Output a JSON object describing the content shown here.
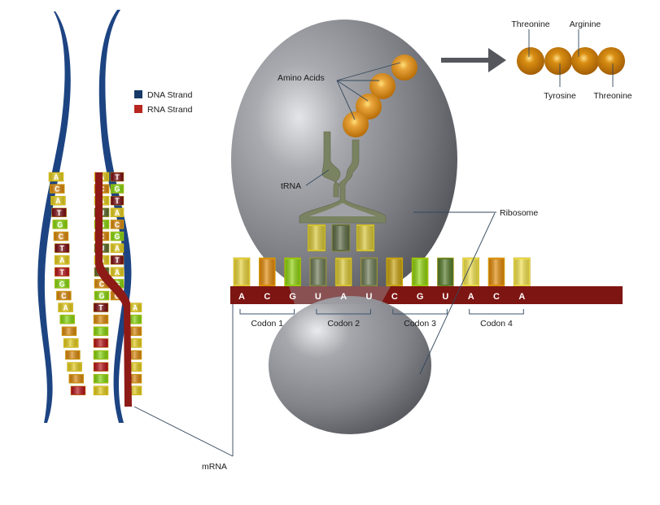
{
  "legend": {
    "items": [
      {
        "label": "DNA Strand",
        "color": "#153a68"
      },
      {
        "label": "RNA Strand",
        "color": "#b7261f"
      }
    ]
  },
  "labels": {
    "amino_acids": "Amino Acids",
    "trna": "tRNA",
    "ribosome": "Ribosome",
    "mrna": "mRNA"
  },
  "mrna": {
    "bases": [
      "A",
      "C",
      "G",
      "U",
      "A",
      "U",
      "C",
      "G",
      "U",
      "A",
      "C",
      "A"
    ],
    "base_colors": [
      "#e8d23a",
      "#e08a0a",
      "#8fd10e",
      "#6d7a55",
      "#d9c633",
      "#6d7a55",
      "#c8a211",
      "#8fd10e",
      "#557a2a",
      "#f0e04c",
      "#e08a0a",
      "#f0e04c"
    ],
    "codons": [
      "Codon 1",
      "Codon 2",
      "Codon 3",
      "Codon 4"
    ]
  },
  "trna_anticodon": {
    "colors": [
      "#d8c636",
      "#5d6b45",
      "#d8c636"
    ]
  },
  "protein_chain": {
    "amino_acids": [
      {
        "name": "Threonine",
        "label_position": "top"
      },
      {
        "name": "Tyrosine",
        "label_position": "bottom"
      },
      {
        "name": "Arginine",
        "label_position": "top"
      },
      {
        "name": "Threonine",
        "label_position": "bottom"
      }
    ]
  },
  "dna": {
    "left_column": [
      "A",
      "C",
      "A",
      "T",
      "G",
      "C",
      "T",
      "A",
      "T",
      "G",
      "C",
      "A",
      "",
      "",
      "",
      "",
      "",
      "",
      ""
    ],
    "left_colors": [
      "#e0c91e",
      "#d6860d",
      "#e0c91e",
      "#7a0f14",
      "#86d20e",
      "#d6860d",
      "#7a0f14",
      "#e0c91e",
      "#b5161a",
      "#86d20e",
      "#d6860d",
      "#e0c91e",
      "#86d20e",
      "#d6860d",
      "#e0c91e",
      "#d6860d",
      "#e0c91e",
      "#d6860d",
      "#b5161a"
    ],
    "middle_column": [
      "A",
      "C",
      "A",
      "U",
      "G",
      "C",
      "U",
      "A",
      "U",
      "C",
      "G",
      "T",
      "",
      "",
      "",
      "",
      "",
      "",
      ""
    ],
    "middle_colors": [
      "#e0c91e",
      "#d6860d",
      "#e0c91e",
      "#5d6b2e",
      "#86d20e",
      "#d6860d",
      "#5d6b2e",
      "#e0c91e",
      "#5d6b2e",
      "#d6860d",
      "#86d20e",
      "#7a0f14",
      "#d6860d",
      "#86d20e",
      "#b5161a",
      "#86d20e",
      "#b5161a",
      "#86d20e",
      "#e0c91e"
    ],
    "right_column": [
      "T",
      "G",
      "T",
      "A",
      "C",
      "G",
      "A",
      "T",
      "A",
      "G",
      "C",
      "A",
      "",
      "",
      "",
      "",
      "",
      "",
      ""
    ],
    "right_colors": [
      "#7a0f14",
      "#86d20e",
      "#7a0f14",
      "#e0c91e",
      "#d6860d",
      "#86d20e",
      "#e0c91e",
      "#7a0f14",
      "#e0c91e",
      "#86d20e",
      "#d6860d",
      "#e0c91e",
      "#86d20e",
      "#d6860d",
      "#e0c91e",
      "#d6860d",
      "#e0c91e",
      "#d6860d",
      "#e0c91e"
    ]
  }
}
